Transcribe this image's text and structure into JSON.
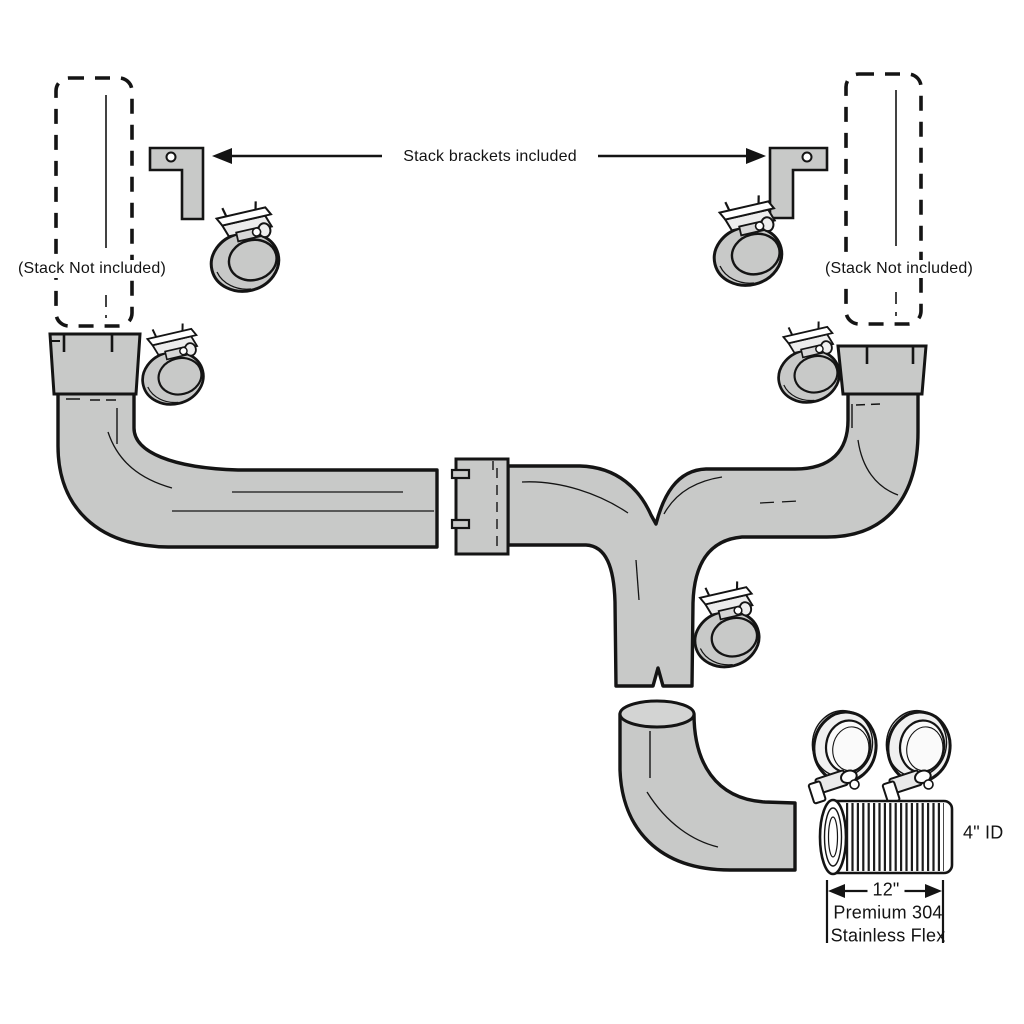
{
  "diagram": {
    "labels": {
      "stack_brackets": "Stack brackets included",
      "stack_not_included_left": "(Stack Not included)",
      "stack_not_included_right": "(Stack Not included)",
      "flex_id": "4\" ID",
      "flex_length": "12\"",
      "flex_material_line1": "Premium 304",
      "flex_material_line2": "Stainless Flex"
    },
    "colors": {
      "pipe_fill": "#c8c9c8",
      "outline": "#141414",
      "background": "#ffffff"
    },
    "components": [
      {
        "name": "left-stack-outline",
        "type": "dashed-placeholder-stack"
      },
      {
        "name": "right-stack-outline",
        "type": "dashed-placeholder-stack"
      },
      {
        "name": "left-stack-bracket",
        "type": "mounting-bracket"
      },
      {
        "name": "right-stack-bracket",
        "type": "mounting-bracket"
      },
      {
        "name": "band-clamp",
        "count": 7
      },
      {
        "name": "left-elbow-pipe",
        "type": "slotted-elbow-pipe"
      },
      {
        "name": "y-pipe-assembly",
        "type": "slotted-y-pipe"
      },
      {
        "name": "lower-elbow-pipe",
        "type": "90-degree-elbow"
      },
      {
        "name": "flex-pipe",
        "type": "corrugated-flex-pipe"
      }
    ]
  }
}
